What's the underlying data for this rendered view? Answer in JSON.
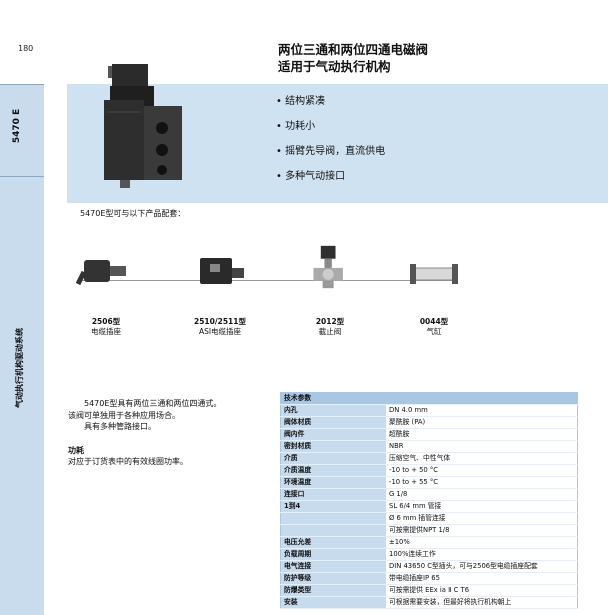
{
  "page_number": "180",
  "sidebar": {
    "code": "5470 E",
    "title": "气动执行机构驱动系统"
  },
  "title": {
    "line1": "两位三通和两位四通电磁阀",
    "line2": "适用于气动执行机构"
  },
  "features": [
    "结构紧凑",
    "功耗小",
    "摇臂先导阀，直流供电",
    "多种气动接口"
  ],
  "intro_text": "5470E型可与以下产品配套：",
  "accessories": [
    {
      "code": "2506型",
      "label": "电缆插座"
    },
    {
      "code": "2510/2511型",
      "label": "ASI电缆插座"
    },
    {
      "code": "2012型",
      "label": "截止阀"
    },
    {
      "code": "0044型",
      "label": "气缸"
    }
  ],
  "description": {
    "para1": "5470E型具有两位三通和两位四通式。",
    "para2": "该阀可单独用于各种应用场合。",
    "para3": "具有多种管路接口。",
    "power_heading": "功耗",
    "power_text": "对应于订货表中的有效线圈功率。"
  },
  "specs": {
    "header": "技术参数",
    "rows": [
      {
        "k": "内孔",
        "v": "DN 4.0 mm"
      },
      {
        "k": "阀体材质",
        "v": "聚酰胺 (PA)"
      },
      {
        "k": "阀内件",
        "v": "超酰胺"
      },
      {
        "k": "密封材质",
        "v": "NBR"
      },
      {
        "k": "介质",
        "v": "压缩空气、中性气体"
      },
      {
        "k": "介质温度",
        "v": "-10 to + 50 °C"
      },
      {
        "k": "环境温度",
        "v": "-10 to + 55 °C"
      },
      {
        "k": "连接口",
        "v": "G 1/8"
      },
      {
        "k": "1到4",
        "v": "SL 6/4 mm 管接"
      },
      {
        "k": "",
        "v": "Ø 6 mm 插管连接"
      },
      {
        "k": "",
        "v": "可按需提供NPT 1/8"
      },
      {
        "k": "电压允差",
        "v": "±10%"
      },
      {
        "k": "负载周期",
        "v": "100%连续工作"
      },
      {
        "k": "电气连接",
        "v": "DIN 43650 C型插头，可与2506型电缆插座配套"
      },
      {
        "k": "防护等级",
        "v": "带电缆插座IP 65"
      },
      {
        "k": "防爆类型",
        "v": "可按需提供 EEx ia Ⅱ C T6"
      },
      {
        "k": "安装",
        "v": "可根据需要安装，但最好将执行机构朝上"
      }
    ]
  }
}
